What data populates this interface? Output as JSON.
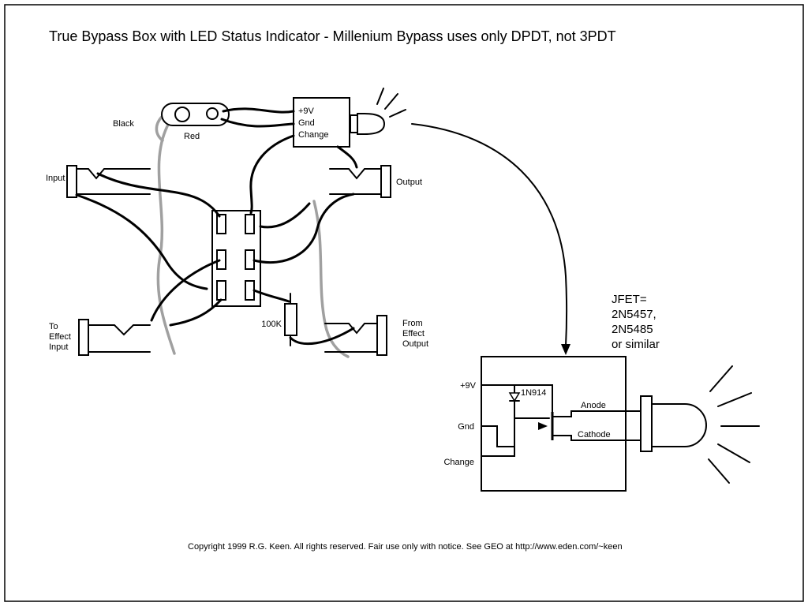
{
  "title": "True Bypass Box with LED Status Indicator - Millenium Bypass uses only DPDT, not 3PDT",
  "copyright": "Copyright 1999 R.G. Keen. All rights reserved. Fair use only with notice.   See GEO at  http://www.eden.com/~keen",
  "diagram": {
    "battery": {
      "black_label": "Black",
      "red_label": "Red"
    },
    "control_box": {
      "line1": "+9V",
      "line2": "Gnd",
      "line3": "Change"
    },
    "jacks": {
      "input": "Input",
      "output": "Output",
      "to_effect": [
        "To",
        "Effect",
        "Input"
      ],
      "from_effect": [
        "From",
        "Effect",
        "Output"
      ]
    },
    "resistor": "100K",
    "jfet_note": [
      "JFET=",
      "2N5457,",
      "2N5485",
      "or similar"
    ],
    "detail": {
      "v9": "+9V",
      "gnd": "Gnd",
      "change": "Change",
      "diode": "1N914",
      "anode": "Anode",
      "cathode": "Cathode"
    }
  },
  "colors": {
    "ink": "#000000",
    "shadow": "#a0a0a0",
    "background": "#ffffff"
  }
}
